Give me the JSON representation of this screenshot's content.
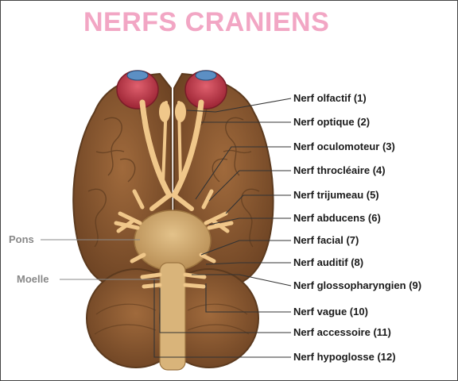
{
  "title": "NERFS CRANIENS",
  "colors": {
    "title": "#f2a6c4",
    "brain_fill": "#8a5a32",
    "brain_edge": "#5c3a1e",
    "nerve": "#f0c78a",
    "eye": "#c23a4a",
    "leader_dark": "#333333",
    "leader_gray": "#888888"
  },
  "nerves": [
    {
      "label": "Nerf olfactif (1)"
    },
    {
      "label": "Nerf optique (2)"
    },
    {
      "label": "Nerf oculomoteur (3)"
    },
    {
      "label": "Nerf throcléaire (4)"
    },
    {
      "label": "Nerf trijumeau (5)"
    },
    {
      "label": "Nerf abducens (6)"
    },
    {
      "label": "Nerf facial (7)"
    },
    {
      "label": "Nerf auditif (8)"
    },
    {
      "label": "Nerf glossopharyngien (9)"
    },
    {
      "label": "Nerf vague (10)"
    },
    {
      "label": "Nerf accessoire (11)"
    },
    {
      "label": "Nerf hypoglosse (12)"
    }
  ],
  "structures": [
    {
      "label": "Pons"
    },
    {
      "label": "Moelle"
    }
  ]
}
